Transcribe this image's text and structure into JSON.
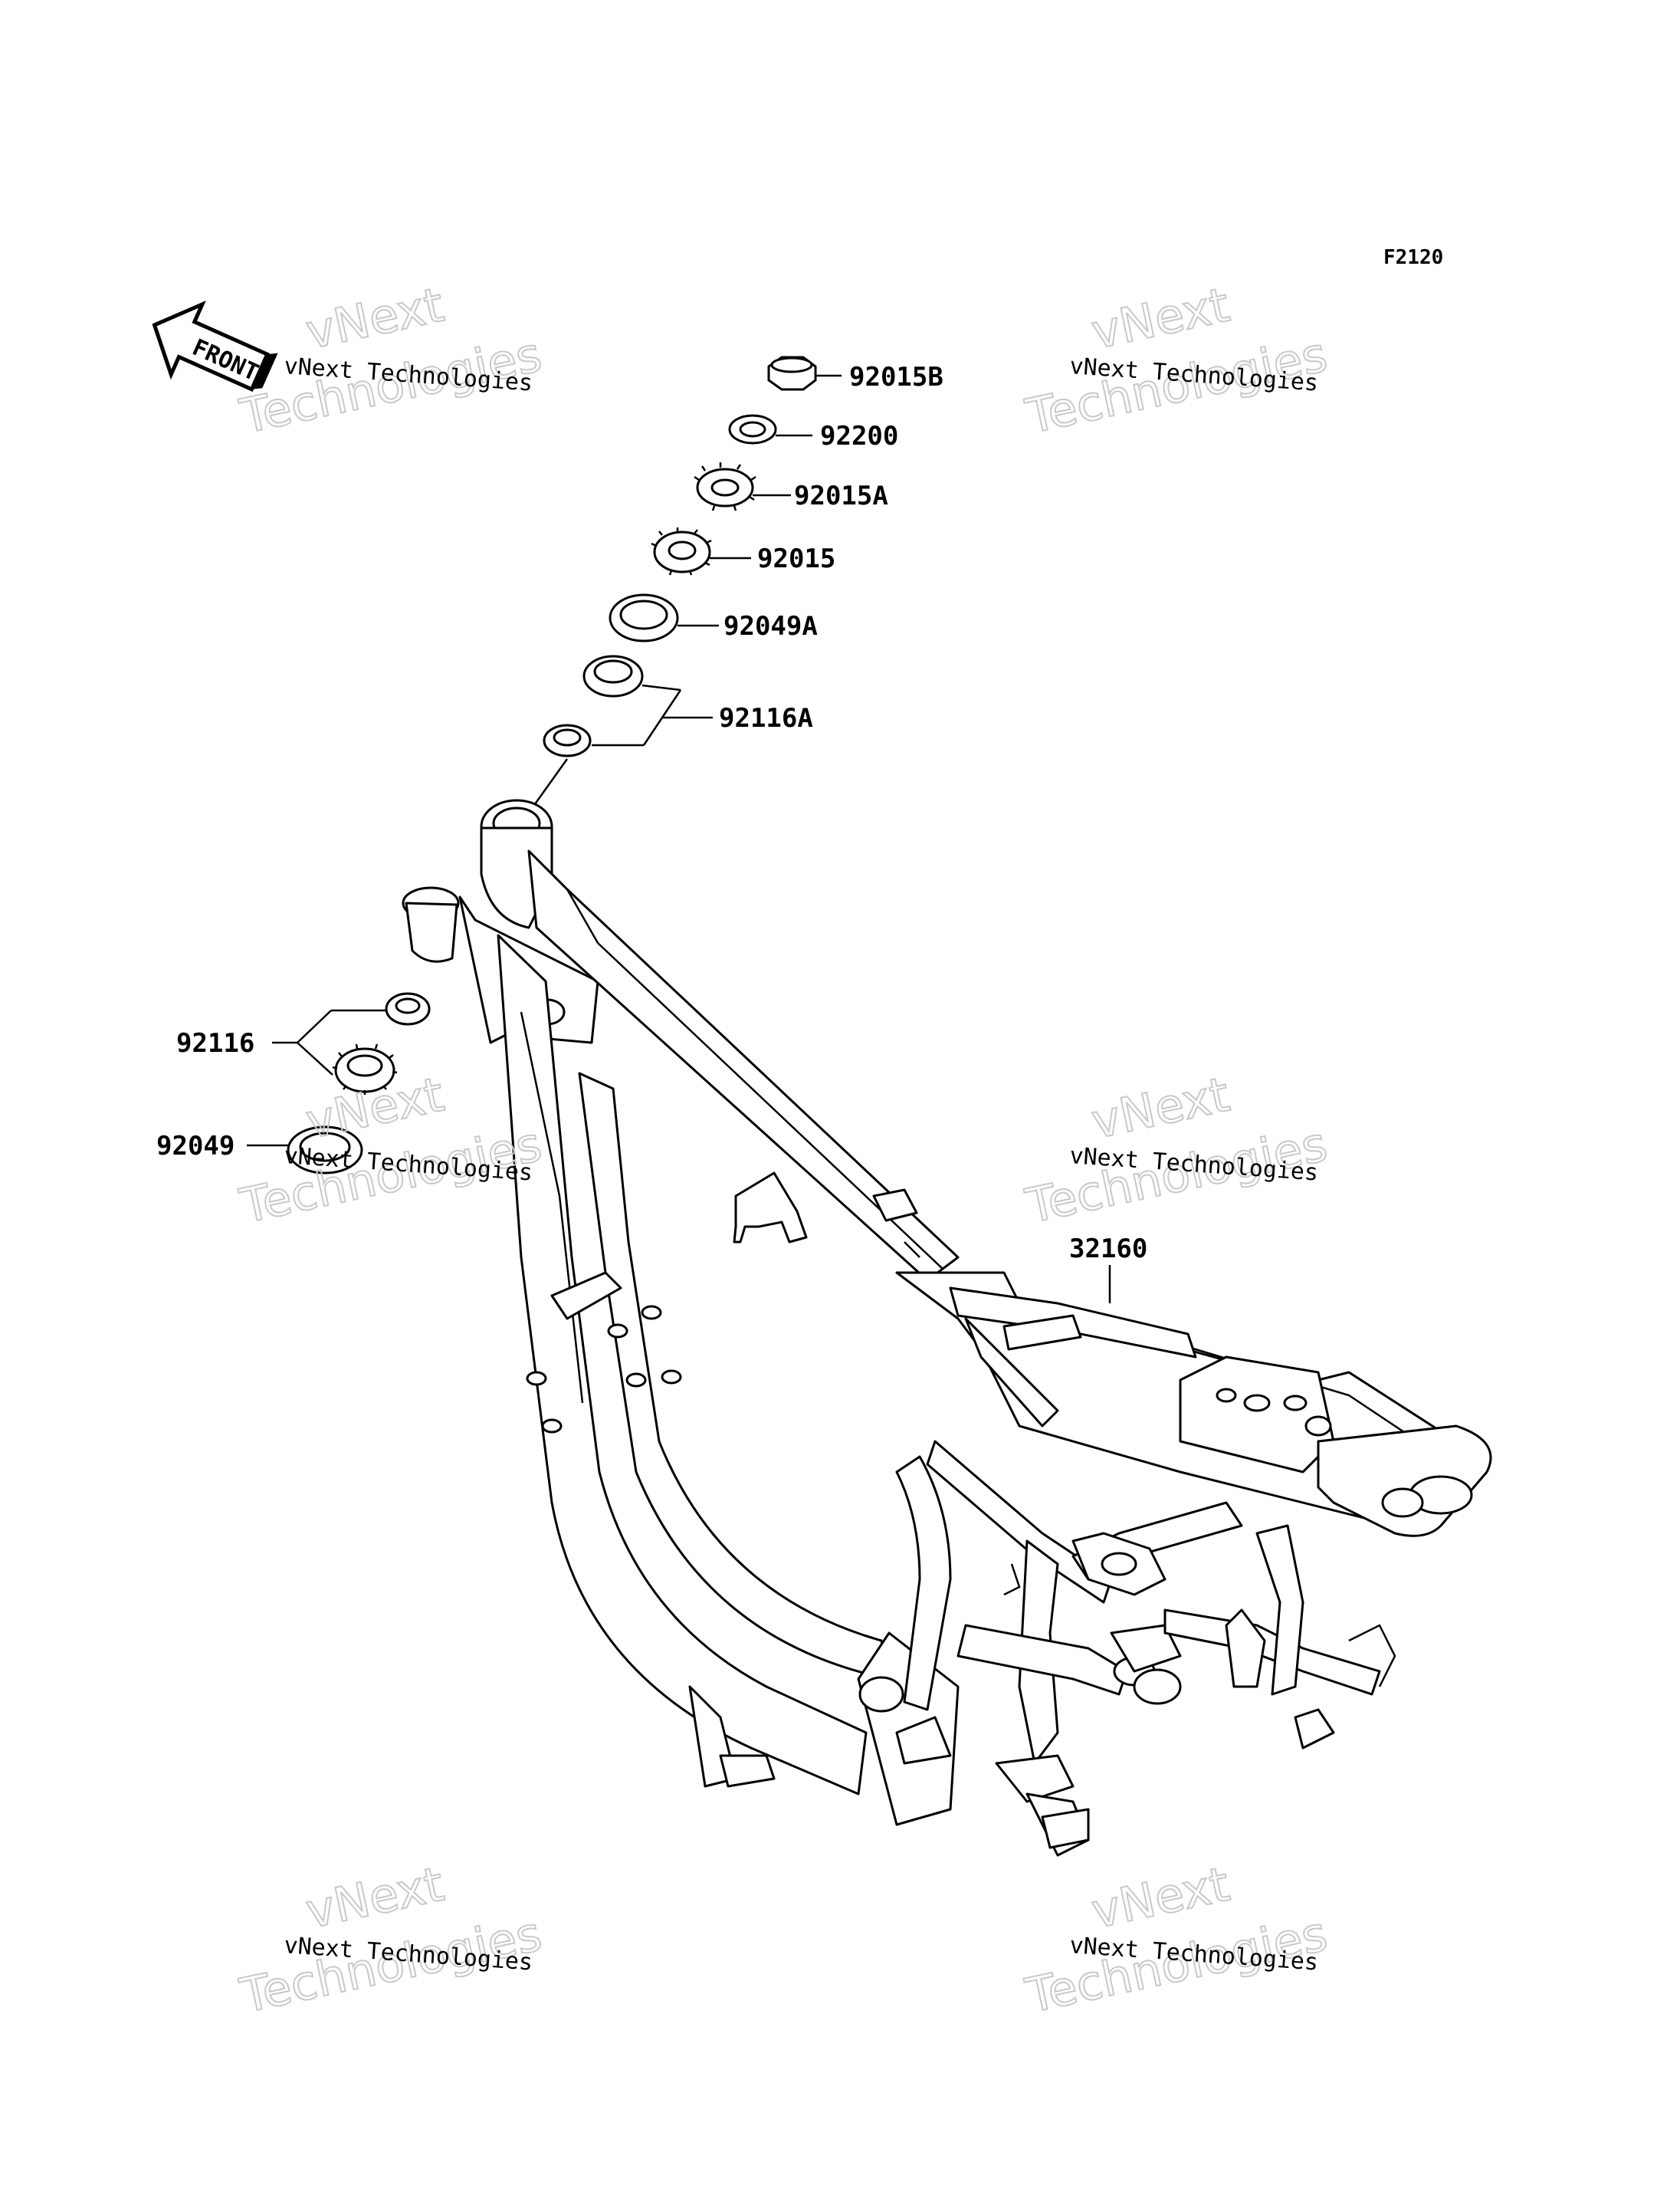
{
  "figure": {
    "code": "F2120",
    "front_arrow_label": "FRONT"
  },
  "parts": [
    {
      "id": "92015B",
      "label": "92015B"
    },
    {
      "id": "92200",
      "label": "92200"
    },
    {
      "id": "92015A",
      "label": "92015A"
    },
    {
      "id": "92015",
      "label": "92015"
    },
    {
      "id": "92049A",
      "label": "92049A"
    },
    {
      "id": "92116A",
      "label": "92116A"
    },
    {
      "id": "92116",
      "label": "92116"
    },
    {
      "id": "92049",
      "label": "92049"
    },
    {
      "id": "32160",
      "label": "32160"
    }
  ],
  "watermark": {
    "line_small": "vNext Technologies",
    "line_big_1": "vNext",
    "line_big_2": "Technologies"
  }
}
